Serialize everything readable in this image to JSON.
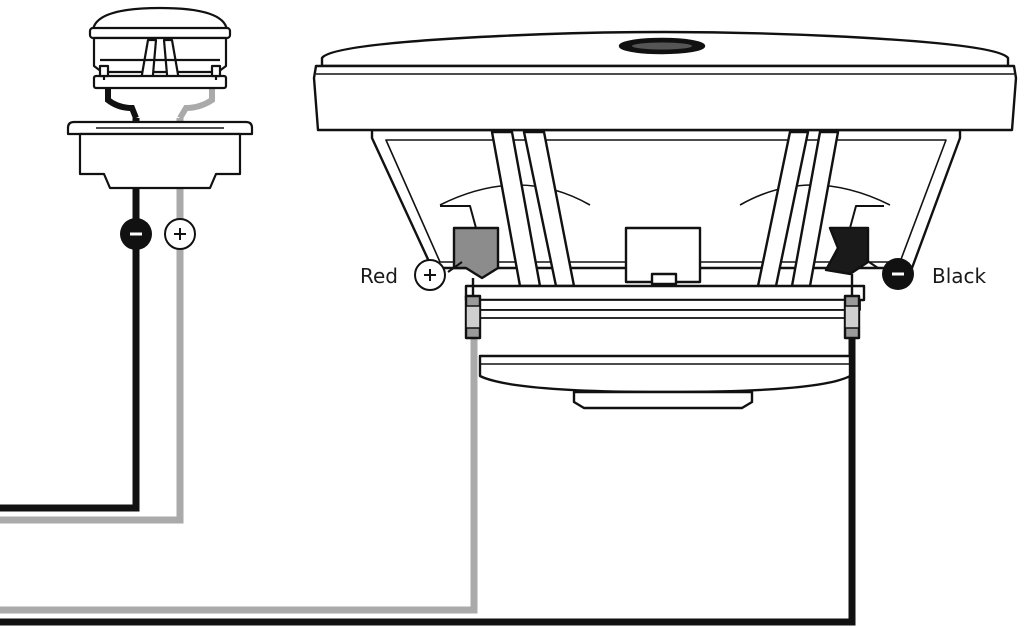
{
  "labels": {
    "red": "Red",
    "black": "Black"
  },
  "symbols": {
    "positive": "positive-terminal-symbol",
    "negative": "negative-terminal-symbol"
  },
  "colors": {
    "outline": "#111111",
    "negative_wire": "#111111",
    "positive_wire": "#aaaaaa",
    "red_terminal": "#8c8c8c",
    "black_terminal": "#1a1a1a",
    "background": "#ffffff"
  }
}
